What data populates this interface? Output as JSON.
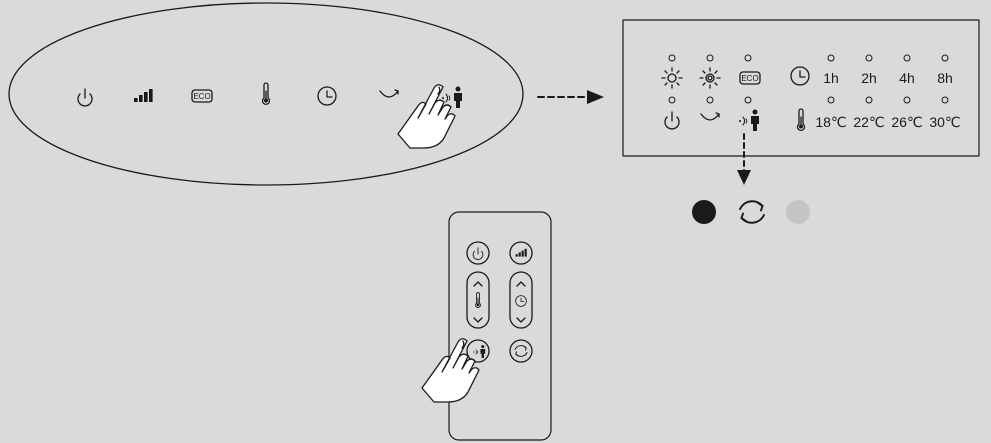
{
  "timer_labels": [
    "1h",
    "2h",
    "4h",
    "8h"
  ],
  "temp_labels": [
    "18℃",
    "22℃",
    "26℃",
    "30℃"
  ],
  "colors": {
    "background": "#dadada",
    "line": "#1a1a1a",
    "indicator_on": "#1a1a1a",
    "indicator_off": "#c4c4c4"
  },
  "icons": {
    "control_panel": [
      "power-icon",
      "fan-speed-icon",
      "eco-icon",
      "thermometer-icon",
      "timer-icon",
      "oscillation-icon",
      "motion-sensor-icon"
    ],
    "display_row1": [
      "heat-low-icon",
      "heat-high-icon",
      "eco-icon",
      "timer-icon"
    ],
    "display_row2": [
      "power-icon",
      "oscillation-icon",
      "motion-sensor-icon",
      "thermometer-icon"
    ],
    "remote": [
      "power-icon",
      "fan-speed-icon",
      "thermometer-icon",
      "timer-icon",
      "motion-sensor-icon",
      "oscillation-icon"
    ],
    "gestures": [
      "hand-pointer-icon"
    ]
  }
}
